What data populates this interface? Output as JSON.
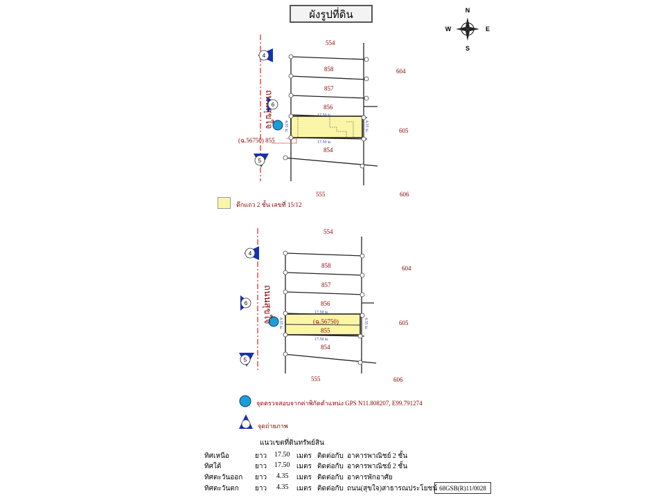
{
  "title": "ผังรูปที่ดิน",
  "compass": {
    "n": "N",
    "s": "S",
    "e": "E",
    "w": "W"
  },
  "road_name": "ถนนสุขใจ",
  "map1": {
    "parcels": {
      "p554": "554",
      "p858": "858",
      "p857": "857",
      "p856": "856",
      "p854": "854",
      "p555": "555",
      "p604": "604",
      "p605": "605",
      "p606": "606"
    },
    "callout": "(ฉ.56750) 855",
    "dim_top": "17.50 ม.",
    "dim_bottom": "17.50 ม.",
    "dim_left": "4.35 ม.",
    "dim_right": "4.35 ม.",
    "photo_points": [
      "4",
      "6",
      "5"
    ]
  },
  "map2": {
    "parcels": {
      "p554": "554",
      "p858": "858",
      "p857": "857",
      "p856": "856",
      "p855": "855",
      "p854": "854",
      "p555": "555",
      "p604": "604",
      "p605": "605",
      "p606": "606"
    },
    "deed": "(ฉ.56750)",
    "dim_top": "17.50 ม.",
    "dim_bottom": "17.50 ม.",
    "dim_left": "4.35 ม.",
    "dim_right": "4.35 ม.",
    "photo_points": [
      "4",
      "6",
      "5"
    ]
  },
  "legend": {
    "building": "ตึกแถว 2 ชั้น เลขที่ 15/12",
    "gps": "จุดตรวจสอบจากค่าพิกัดตำแหน่ง GPS N11.808207, E99.791274",
    "photo": "จุดถ่ายภาพ"
  },
  "boundary": {
    "heading": "แนวเขตที่ดินทรัพย์สิน",
    "rows": [
      {
        "side": "ทิศเหนือ",
        "len_label": "ยาว",
        "value": "17.50",
        "unit": "เมตร",
        "adj": "ติดต่อกับ",
        "neighbor": "อาคารพาณิชย์ 2 ชั้น"
      },
      {
        "side": "ทิศใต้",
        "len_label": "ยาว",
        "value": "17.50",
        "unit": "เมตร",
        "adj": "ติดต่อกับ",
        "neighbor": "อาคารพาณิชย์ 2 ชั้น"
      },
      {
        "side": "ทิศตะวันออก",
        "len_label": "ยาว",
        "value": "4.35",
        "unit": "เมตร",
        "adj": "ติดต่อกับ",
        "neighbor": "อาคารพักอาศัย"
      },
      {
        "side": "ทิศตะวันตก",
        "len_label": "ยาว",
        "value": "4.35",
        "unit": "เมตร",
        "adj": "ติดต่อกับ",
        "neighbor": "ถนน(สุขใจ)สาธารณประโยชน์"
      }
    ]
  },
  "ref_code": "68GSB(R)11/0028",
  "colors": {
    "road_line": "#e02020",
    "label": "#8b0000",
    "dim": "#2a35a8",
    "parcel_fill": "#fbf5a8",
    "marker": "#1a73c8",
    "triangle": "#1530b8"
  }
}
